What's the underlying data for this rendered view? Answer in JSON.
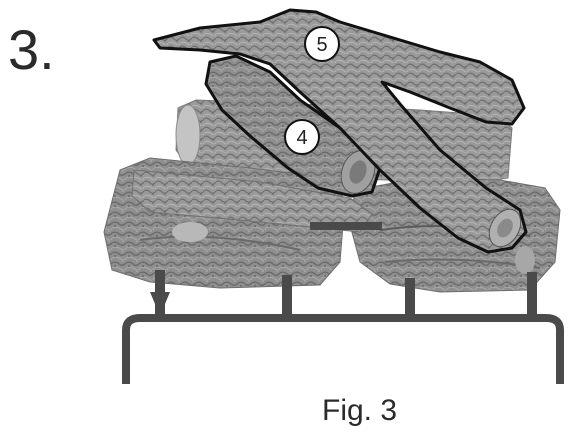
{
  "step": {
    "number": "3."
  },
  "figure": {
    "caption": "Fig. 3",
    "callouts": [
      {
        "id": "4",
        "label": "4"
      },
      {
        "id": "5",
        "label": "5"
      }
    ]
  },
  "colors": {
    "log_fill": "#8d8d8d",
    "log_dark": "#5e5e5e",
    "log_light": "#b9b9b9",
    "grate": "#4a4a4a",
    "outline": "#111111"
  }
}
